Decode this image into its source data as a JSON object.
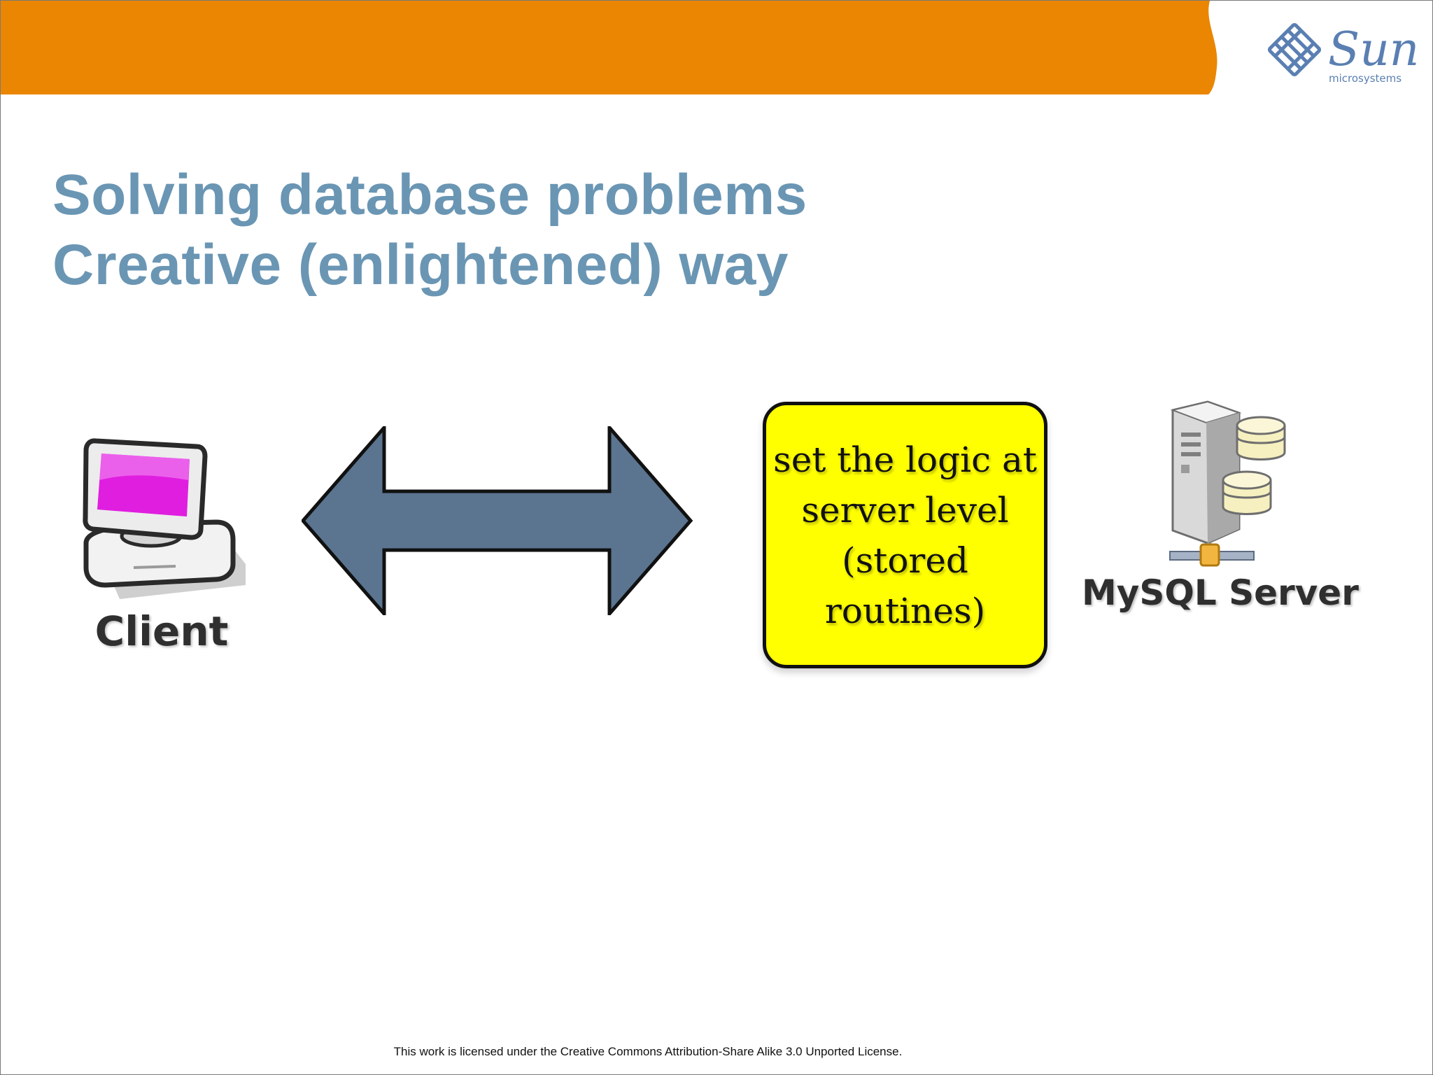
{
  "slide": {
    "title_lines": [
      "Solving database problems",
      "Creative (enlightened) way"
    ],
    "brand": {
      "logo_icon": "sun-microsystems-logo",
      "name": "Sun",
      "subtitle": "microsystems",
      "logo_color": "#5a7fb2"
    },
    "header_color": "#ea8602",
    "title_color": "#6a96b4"
  },
  "diagram": {
    "nodes": [
      {
        "id": "client",
        "label": "Client",
        "icon": "computer-monitor-icon"
      },
      {
        "id": "server",
        "label": "MySQL Server",
        "icon": "database-server-icon"
      }
    ],
    "connector": {
      "type": "double-headed-arrow",
      "icon": "bidirectional-arrow-icon",
      "color": "#5b7590"
    },
    "callout": {
      "lines": [
        "set the logic at",
        "server level",
        "(stored",
        "routines)"
      ],
      "background": "#ffff00"
    }
  },
  "footer": {
    "license": "This work is licensed under the Creative Commons Attribution-Share Alike 3.0 Unported License."
  }
}
